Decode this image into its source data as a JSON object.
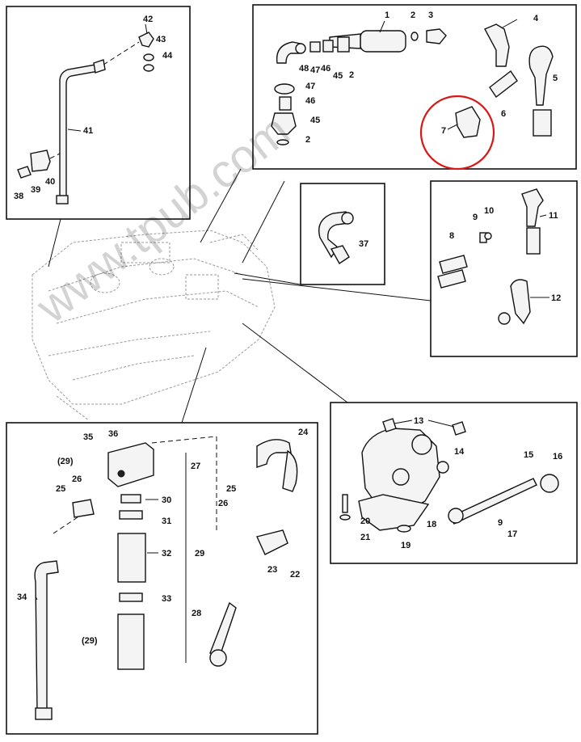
{
  "watermark": "www.tpub.com",
  "highlight_color": "#d81818",
  "callouts": {
    "c1": "1",
    "c2a": "2",
    "c2b": "2",
    "c2c": "2",
    "c3": "3",
    "c4": "4",
    "c5": "5",
    "c6": "6",
    "c7": "7",
    "c8": "8",
    "c9a": "9",
    "c9b": "9",
    "c10": "10",
    "c11": "11",
    "c12": "12",
    "c13": "13",
    "c14": "14",
    "c15": "15",
    "c16": "16",
    "c17": "17",
    "c18": "18",
    "c19": "19",
    "c20": "20",
    "c21": "21",
    "c22": "22",
    "c23": "23",
    "c24": "24",
    "c25a": "25",
    "c25b": "25",
    "c26a": "26",
    "c26b": "26",
    "c27": "27",
    "c28": "28",
    "c29a": "(29)",
    "c29b": "29",
    "c29c": "(29)",
    "c30": "30",
    "c31": "31",
    "c32": "32",
    "c33": "33",
    "c34": "34",
    "c35": "35",
    "c36": "36",
    "c37": "37",
    "c38": "38",
    "c39": "39",
    "c40": "40",
    "c41": "41",
    "c42": "42",
    "c43": "43",
    "c44": "44",
    "c45a": "45",
    "c45b": "45",
    "c46a": "46",
    "c46b": "46",
    "c47a": "47",
    "c47b": "47",
    "c48": "48"
  }
}
